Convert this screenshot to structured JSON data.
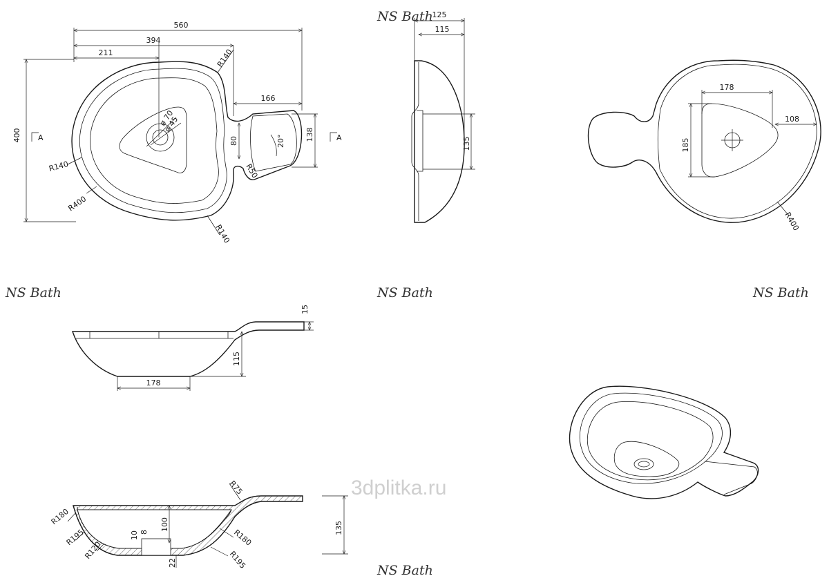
{
  "brand": "NS Bath",
  "watermark": "3dplitka.ru",
  "section_mark": "A",
  "top_view": {
    "d_560": "560",
    "d_394": "394",
    "d_211": "211",
    "d_r140_top": "R140",
    "d_166": "166",
    "d_400": "400",
    "d_r140_left": "R140",
    "d_r400": "R400",
    "d_r140_bottom": "R140",
    "d_phi70": "ø 70",
    "d_phi45": "ø 45",
    "d_80": "80",
    "d_20deg": "20°",
    "d_r50": "R50",
    "d_138": "138"
  },
  "side_view": {
    "d_125": "125",
    "d_115": "115",
    "d_135": "135"
  },
  "bottom_view": {
    "d_178": "178",
    "d_185": "185",
    "d_108": "108",
    "d_r400": "R400"
  },
  "front_view": {
    "d_15": "15",
    "d_115": "115",
    "d_178": "178"
  },
  "section_view": {
    "d_r75": "R75",
    "d_r180_left": "R180",
    "d_r195_left": "R195",
    "d_r120": "R120",
    "d_10": "10",
    "d_8": "8",
    "d_100": "100",
    "d_r180_right": "R180",
    "d_22": "22",
    "d_r195_right": "R195",
    "d_135": "135"
  }
}
